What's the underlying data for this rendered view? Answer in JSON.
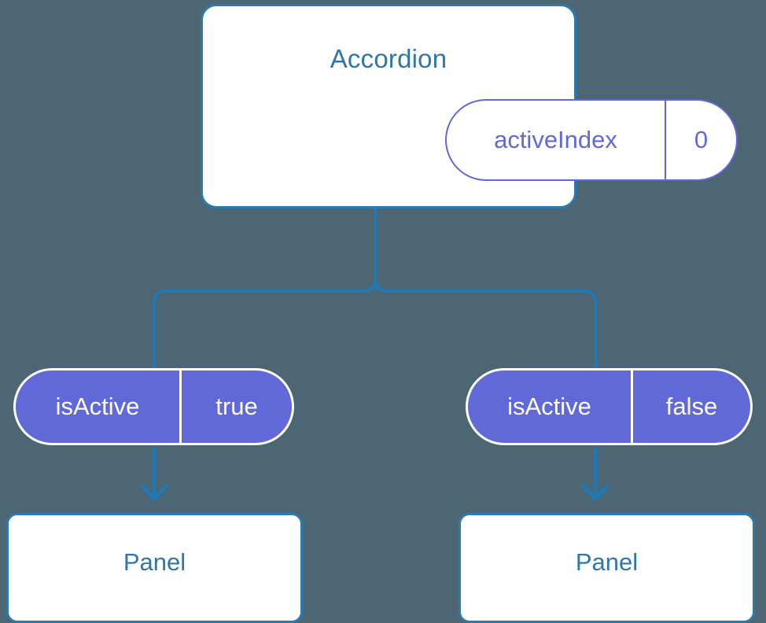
{
  "canvas": {
    "background_color": "#4c6673",
    "accent_blue": "#2178b5",
    "card_border_color": "#2b7bb0",
    "title_text_color": "#2e77a8",
    "prop_purple": "#6169d8",
    "pill_text_on_fill": "#ffffff",
    "card_fill": "#ffffff"
  },
  "diagram": {
    "type": "component-tree",
    "root": {
      "title": "Accordion",
      "prop": {
        "key": "activeIndex",
        "value": "0"
      }
    },
    "children": [
      {
        "prop": {
          "key": "isActive",
          "value": "true"
        },
        "panel_label": "Panel"
      },
      {
        "prop": {
          "key": "isActive",
          "value": "false"
        },
        "panel_label": "Panel"
      }
    ]
  }
}
